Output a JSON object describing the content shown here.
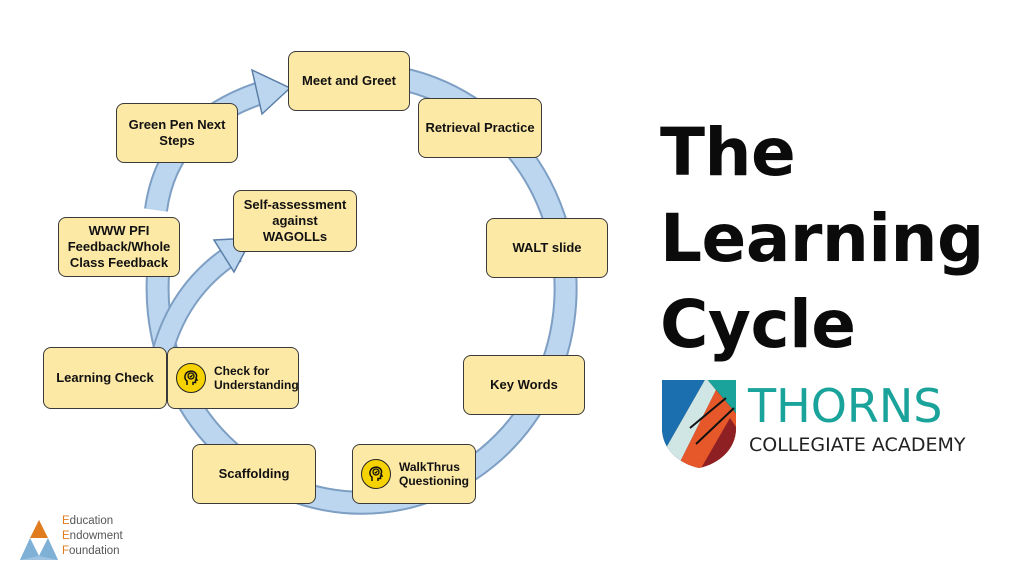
{
  "title": {
    "line1": "The",
    "line2": "Learning",
    "line3": "Cycle"
  },
  "steps": {
    "meet_greet": "Meet and Greet",
    "retrieval": "Retrieval Practice",
    "walt": "WALT slide",
    "key_words": "Key Words",
    "walkthrus": "WalkThrus Questioning",
    "scaffolding": "Scaffolding",
    "check_understanding": "Check for Understanding",
    "learning_check": "Learning Check",
    "www_pfi": "WWW PFI Feedback/Whole Class Feedback",
    "green_pen": "Green Pen Next Steps",
    "self_assessment": "Self-assessment against WAGOLLs"
  },
  "school": {
    "name": "THORNS",
    "subtitle": "COLLEGIATE ACADEMY"
  },
  "eef": {
    "line1_cap": "E",
    "line1_rest": "ducation",
    "line2_cap": "E",
    "line2_rest": "ndowment",
    "line3_cap": "F",
    "line3_rest": "oundation"
  },
  "colors": {
    "box_fill": "#fde9a6",
    "arrow_fill": "#bcd6ef",
    "accent_teal": "#1aa39a",
    "eef_orange": "#e07b1e",
    "icon_yellow": "#f6d200"
  },
  "icons": {
    "step_badge": "head-question-icon",
    "eef_logo": "triangle-logo-icon",
    "school_logo": "shield-crest-icon"
  }
}
